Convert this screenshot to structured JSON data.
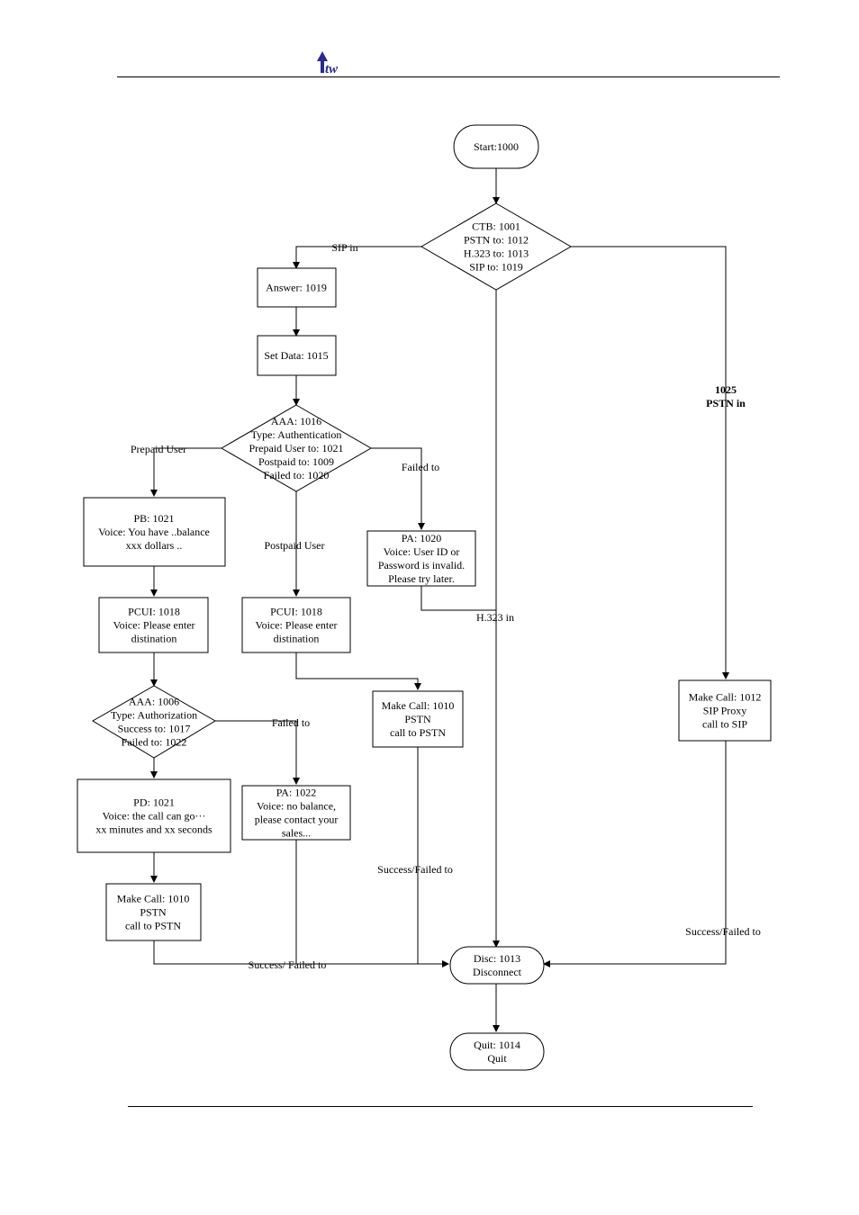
{
  "header": {
    "logo_text": "tw"
  },
  "nodes": {
    "start": [
      "Start:1000"
    ],
    "ctb": [
      "CTB: 1001",
      "PSTN to: 1012",
      "H.323 to: 1013",
      "SIP to: 1019"
    ],
    "answer": [
      "Answer: 1019"
    ],
    "setdata": [
      "Set Data: 1015"
    ],
    "aaa1016": [
      "AAA: 1016",
      "Type: Authentication",
      "Prepaid User to: 1021",
      "Postpaid to: 1009",
      "Failed to: 1020"
    ],
    "pb1021": [
      "PB: 1021",
      "Voice: You have ..balance",
      "xxx dollars .."
    ],
    "pa1020": [
      "PA: 1020",
      "Voice: User ID or",
      "Password is invalid.",
      "Please try later."
    ],
    "pcui_left": [
      "PCUI: 1018",
      "Voice: Please enter",
      "distination"
    ],
    "pcui_mid": [
      "PCUI: 1018",
      "Voice: Please enter",
      "distination"
    ],
    "aaa1006": [
      "AAA: 1006",
      "Type: Authorization",
      "Success to: 1017",
      "Failed to: 1022"
    ],
    "makecall_mid": [
      "Make Call: 1010",
      "PSTN",
      "call to PSTN"
    ],
    "makecall_right": [
      "Make Call: 1012",
      "SIP Proxy",
      "call to SIP"
    ],
    "pd1021": [
      "PD: 1021",
      "Voice: the call can go···",
      "xx minutes and xx seconds"
    ],
    "pa1022": [
      "PA: 1022",
      "Voice: no balance,",
      "please contact your",
      "sales..."
    ],
    "makecall_left": [
      "Make Call: 1010",
      "PSTN",
      "call to PSTN"
    ],
    "disc": [
      "Disc: 1013",
      "Disconnect"
    ],
    "quit": [
      "Quit: 1014",
      "Quit"
    ]
  },
  "edge_labels": {
    "sip_in": "SIP in",
    "pstn_in": [
      "1025",
      "PSTN in"
    ],
    "prepaid_user": "Prepaid User",
    "failed_to_1": "Failed to",
    "postpaid_user": "Postpaid User",
    "h323_in": "H.323 in",
    "failed_to_2": "Failed to",
    "success_failed_mid": "Success/Failed to",
    "success_failed_right": "Success/Failed to",
    "success_failed_bottom": "Success/ Failed to"
  }
}
